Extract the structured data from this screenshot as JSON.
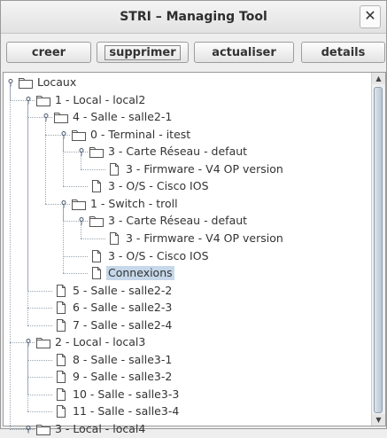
{
  "window": {
    "title": "STRI – Managing Tool",
    "close_label": "✕"
  },
  "toolbar": {
    "creer": "creer",
    "supprimer": "supprimer",
    "actualiser": "actualiser",
    "details": "details"
  },
  "tree": {
    "rows": [
      {
        "label": "Locaux",
        "level": 0,
        "type": "folder",
        "expanded": true
      },
      {
        "label": "1 - Local - local2",
        "level": 1,
        "type": "folder",
        "expanded": true
      },
      {
        "label": "4 - Salle - salle2-1",
        "level": 2,
        "type": "folder",
        "expanded": true
      },
      {
        "label": "0 - Terminal - itest",
        "level": 3,
        "type": "folder",
        "expanded": true
      },
      {
        "label": "3 - Carte Réseau - defaut",
        "level": 4,
        "type": "folder",
        "expanded": true
      },
      {
        "label": "3 - Firmware - V4 OP version",
        "level": 5,
        "type": "file"
      },
      {
        "label": "3 - O/S - Cisco IOS",
        "level": 4,
        "type": "file"
      },
      {
        "label": "1 - Switch - troll",
        "level": 3,
        "type": "folder",
        "expanded": true
      },
      {
        "label": "3 - Carte Réseau - defaut",
        "level": 4,
        "type": "folder",
        "expanded": true
      },
      {
        "label": "3 - Firmware - V4 OP version",
        "level": 5,
        "type": "file"
      },
      {
        "label": "3 - O/S - Cisco IOS",
        "level": 4,
        "type": "file"
      },
      {
        "label": "Connexions",
        "level": 4,
        "type": "file",
        "selected": true
      },
      {
        "label": "5 - Salle - salle2-2",
        "level": 2,
        "type": "file"
      },
      {
        "label": "6 - Salle - salle2-3",
        "level": 2,
        "type": "file"
      },
      {
        "label": "7 - Salle - salle2-4",
        "level": 2,
        "type": "file"
      },
      {
        "label": "2 - Local - local3",
        "level": 1,
        "type": "folder",
        "expanded": true
      },
      {
        "label": "8 - Salle - salle3-1",
        "level": 2,
        "type": "file"
      },
      {
        "label": "9 - Salle - salle3-2",
        "level": 2,
        "type": "file"
      },
      {
        "label": "10 - Salle - salle3-3",
        "level": 2,
        "type": "file"
      },
      {
        "label": "11 - Salle - salle3-4",
        "level": 2,
        "type": "file"
      },
      {
        "label": "3 - Local - local4",
        "level": 1,
        "type": "folder",
        "expanded": true
      }
    ]
  }
}
